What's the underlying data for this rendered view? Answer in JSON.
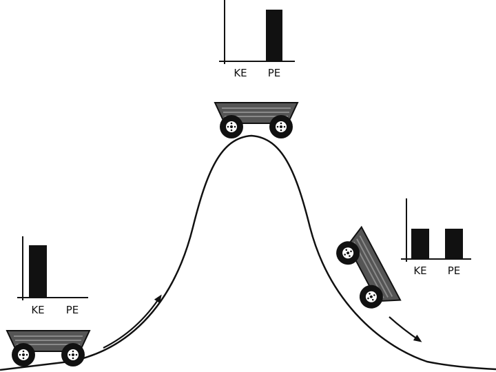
{
  "colors": {
    "ink": "#111111",
    "cart_body": "#555555",
    "cart_stripe": "#8a8a8a",
    "wheel_hub": "#ffffff"
  },
  "charts": [
    {
      "position_on_track": "bottom-left",
      "categories": [
        "KE",
        "PE"
      ],
      "values": [
        1.0,
        0.0
      ]
    },
    {
      "position_on_track": "top",
      "categories": [
        "KE",
        "PE"
      ],
      "values": [
        0.0,
        1.0
      ]
    },
    {
      "position_on_track": "right-slope",
      "categories": [
        "KE",
        "PE"
      ],
      "values": [
        0.5,
        0.5
      ]
    }
  ]
}
